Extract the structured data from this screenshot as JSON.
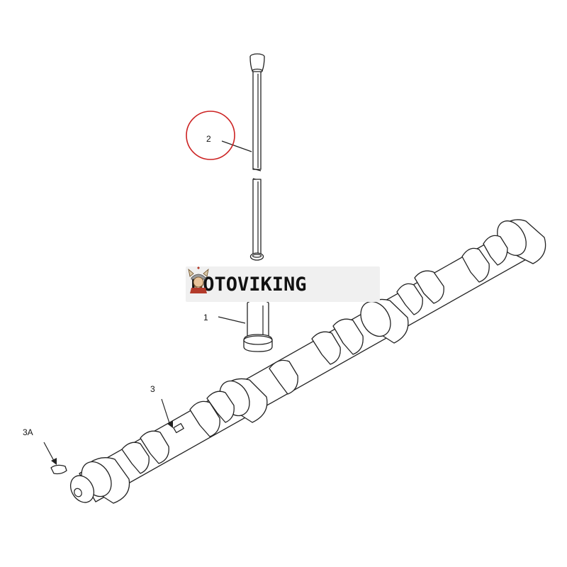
{
  "callouts": {
    "c1": "1",
    "c2": "2",
    "c3": "3",
    "c3a": "3A"
  },
  "watermark": {
    "text": "MOTOVIKING",
    "logo_icon": "viking-mascot-icon"
  },
  "colors": {
    "highlight_circle": "#cc2222",
    "line": "#222222",
    "watermark_bg": "#f0f0f0",
    "logo_red": "#b33a2a",
    "logo_brown": "#8a5a2b"
  }
}
